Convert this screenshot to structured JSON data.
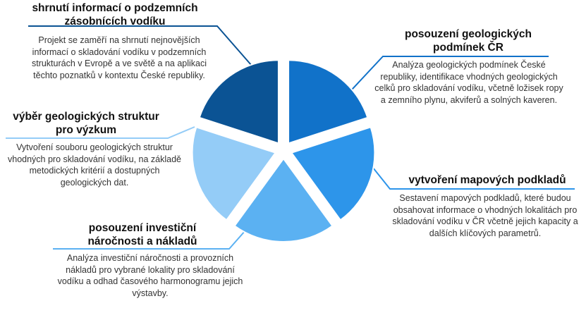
{
  "segments": [
    {
      "id": "shrnuti",
      "title": "shrnutí informací o podzemních zásobnících vodíku",
      "text": "Projekt se zaměří na shrnutí nejnovějších informací o skladování vodíku v podzemních strukturách v Evropě a ve světě a na aplikaci těchto poznatků v kontextu České republiky.",
      "color": "#0b5394"
    },
    {
      "id": "posouzeni-geologickych",
      "title": "posouzení geologických podmínek ČR",
      "text": "Analýza geologických podmínek České republiky, identifikace vhodných geologických celků pro skladování vodíku, včetně ložisek ropy a zemního plynu, akviferů a solných kaveren.",
      "color": "#1172c9"
    },
    {
      "id": "mapove-podklady",
      "title": "vytvoření mapových podkladů",
      "text": "Sestavení mapových podkladů, které budou obsahovat informace o vhodných lokalitách pro skladování vodíku v ČR včetně jejich kapacity a dalších klíčových parametrů.",
      "color": "#2d95ea"
    },
    {
      "id": "investicni-naroc",
      "title": "posouzení investiční náročnosti a nákladů",
      "text": "Analýza investiční náročnosti a provozních nákladů pro vybrané lokality pro skladování vodíku a odhad časového harmonogramu jejich výstavby.",
      "color": "#5bb1f2"
    },
    {
      "id": "vyber-struktur",
      "title": "výběr geologických struktur pro výzkum",
      "text": "Vytvoření souboru geologických struktur vhodných pro skladování vodíku, na základě metodických kritérií a dostupných geologických dat.",
      "color": "#94ccf7"
    }
  ]
}
